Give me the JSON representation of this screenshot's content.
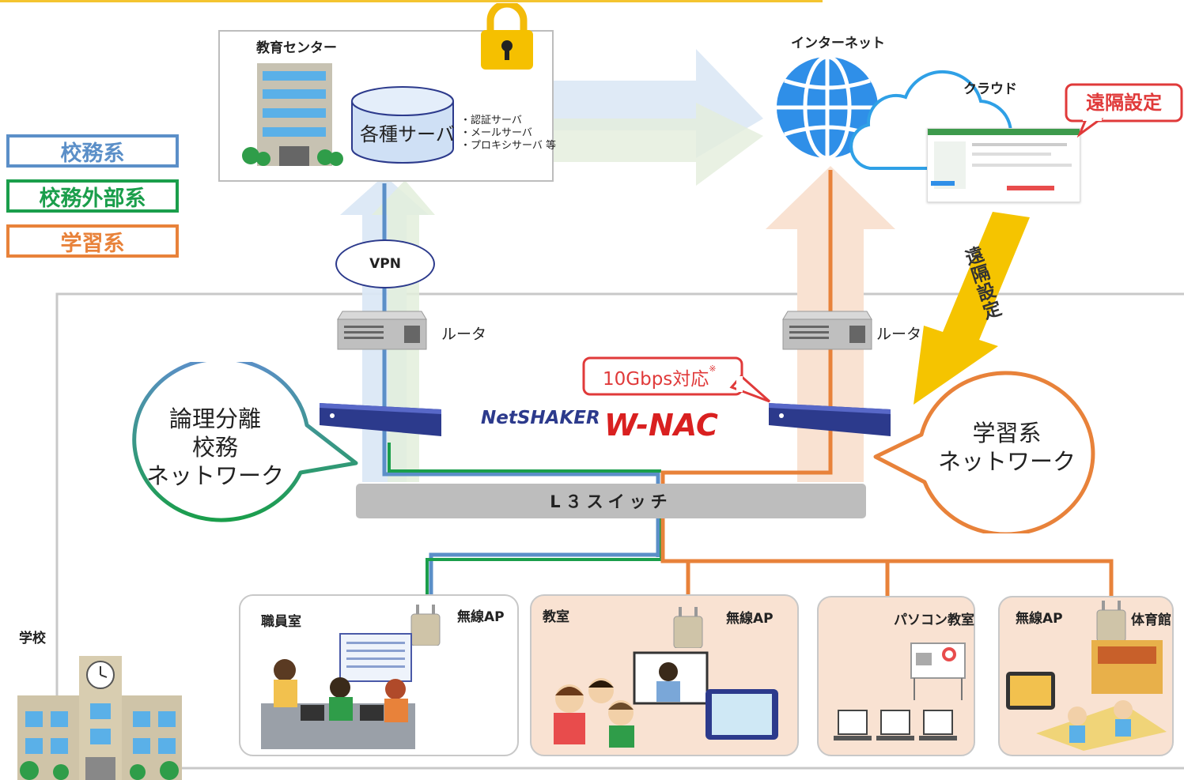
{
  "legend": [
    {
      "label": "校務系",
      "color": "#5b8fc8"
    },
    {
      "label": "校務外部系",
      "color": "#1a9e4b"
    },
    {
      "label": "学習系",
      "color": "#e8823a"
    }
  ],
  "edu_center": {
    "title": "教育センター",
    "server_label": "各種サーバ",
    "server_list": [
      "・認証サーバ",
      "・メールサーバ",
      "・プロキシサーバ 等"
    ]
  },
  "internet_label": "インターネット",
  "cloud_label": "クラウド",
  "remote_setting_label": "遠隔設定",
  "remote_setting_arrow_label": "遠隔設定",
  "vpn_label": "VPN",
  "router_left_label": "ルータ",
  "router_right_label": "ルータ",
  "spec_callout": "10Gbps対応",
  "spec_mark": "※",
  "brand": {
    "netshaker": "NetSHAKER",
    "wnac": "W-NAC"
  },
  "left_bubble": [
    "論理分離",
    "校務",
    "ネットワーク"
  ],
  "right_bubble": [
    "学習系",
    "ネットワーク"
  ],
  "l3_switch_label": "L３スイッチ",
  "school_label": "学校",
  "rooms": [
    {
      "name": "職員室",
      "ap": "無線AP"
    },
    {
      "name": "教室",
      "ap": "無線AP"
    },
    {
      "name": "パソコン教室",
      "ap": ""
    },
    {
      "name": "無線AP",
      "ap": "体育館"
    }
  ],
  "colors": {
    "blue": "#5b8fc8",
    "green": "#1a9e4b",
    "orange": "#e8823a",
    "red": "#e03a3a",
    "yellow": "#f5c400",
    "navy": "#2c3a8c"
  }
}
